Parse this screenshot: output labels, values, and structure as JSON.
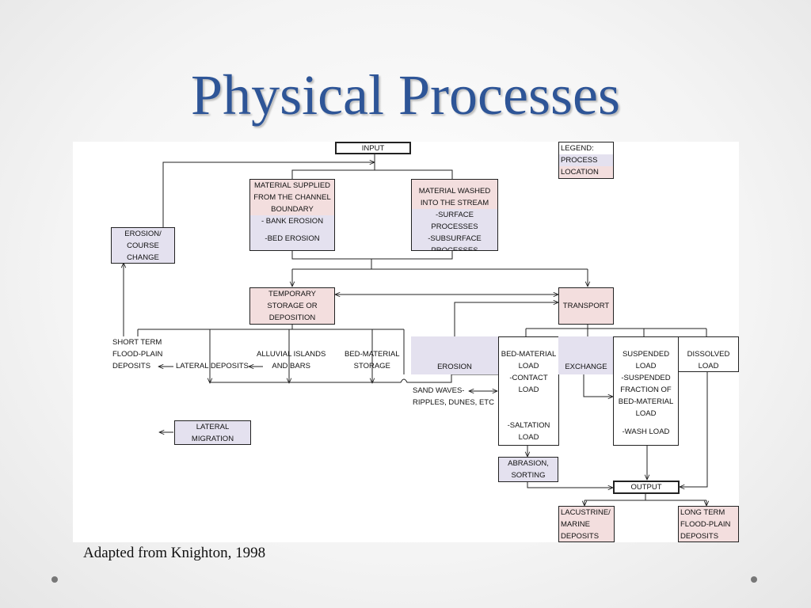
{
  "slide": {
    "title": "Physical Processes",
    "caption": "Adapted from Knighton, 1998"
  },
  "colors": {
    "title": "#2e5597",
    "process_fill": "#e4e1ef",
    "location_fill": "#f3dede",
    "border": "#222222"
  },
  "legend": [
    "LEGEND:",
    "PROCESS",
    "LOCATION"
  ],
  "boxes": {
    "input": [
      "INPUT"
    ],
    "material_supplied": [
      "MATERIAL SUPPLIED",
      "FROM THE CHANNEL",
      "BOUNDARY",
      "- BANK EROSION",
      "-BED EROSION"
    ],
    "material_washed": [
      "MATERIAL WASHED",
      "INTO THE STREAM",
      "-SURFACE PROCESSES",
      "-SUBSURFACE",
      "PROCESSES"
    ],
    "erosion_course": [
      "EROSION/",
      "COURSE",
      "CHANGE"
    ],
    "temporary_storage": [
      "TEMPORARY",
      "STORAGE OR",
      "DEPOSITION"
    ],
    "transport": [
      "TRANSPORT"
    ],
    "erosion": [
      "EROSION"
    ],
    "bed_material_load": [
      "BED-MATERIAL",
      "LOAD",
      "-CONTACT",
      "LOAD",
      "-SALTATION",
      "LOAD"
    ],
    "exchange": [
      "EXCHANGE"
    ],
    "suspended_load": [
      "SUSPENDED",
      "LOAD",
      "-SUSPENDED",
      "FRACTION OF",
      "BED-MATERIAL",
      "LOAD",
      "-WASH LOAD"
    ],
    "dissolved_load": [
      "DISSOLVED",
      "LOAD"
    ],
    "abrasion": [
      "ABRASION,",
      "SORTING"
    ],
    "output": [
      "OUTPUT"
    ],
    "lateral_migration": [
      "LATERAL",
      "MIGRATION"
    ],
    "lacustrine": [
      "LACUSTRINE/",
      "MARINE",
      "DEPOSITS"
    ],
    "long_term": [
      "LONG TERM",
      "FLOOD-PLAIN",
      "DEPOSITS"
    ]
  },
  "labels": {
    "short_term": [
      "SHORT TERM",
      "FLOOD-PLAIN",
      "DEPOSITS"
    ],
    "lateral_deposits": [
      "LATERAL DEPOSITS"
    ],
    "alluvial": [
      "ALLUVIAL ISLANDS",
      "AND BARS"
    ],
    "bed_storage": [
      "BED-MATERIAL",
      "STORAGE"
    ],
    "sand_waves": [
      "SAND WAVES-",
      "RIPPLES, DUNES, ETC"
    ]
  }
}
